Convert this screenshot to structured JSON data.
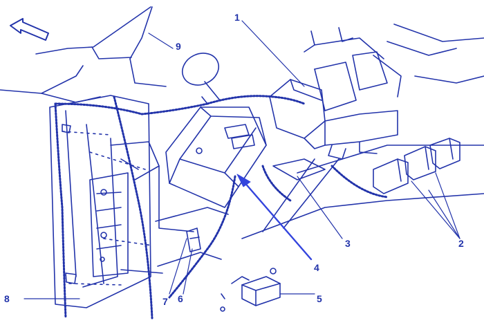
{
  "colors": {
    "line": "#2233aa",
    "background": "#ffffff",
    "pointer": "#3344dd"
  },
  "icons": [
    "arrow-forward-icon"
  ],
  "callouts": {
    "c1": "1",
    "c2": "2",
    "c3": "3",
    "c4": "4",
    "c5": "5",
    "c6": "6",
    "c7": "7",
    "c8": "8",
    "c9": "9"
  }
}
